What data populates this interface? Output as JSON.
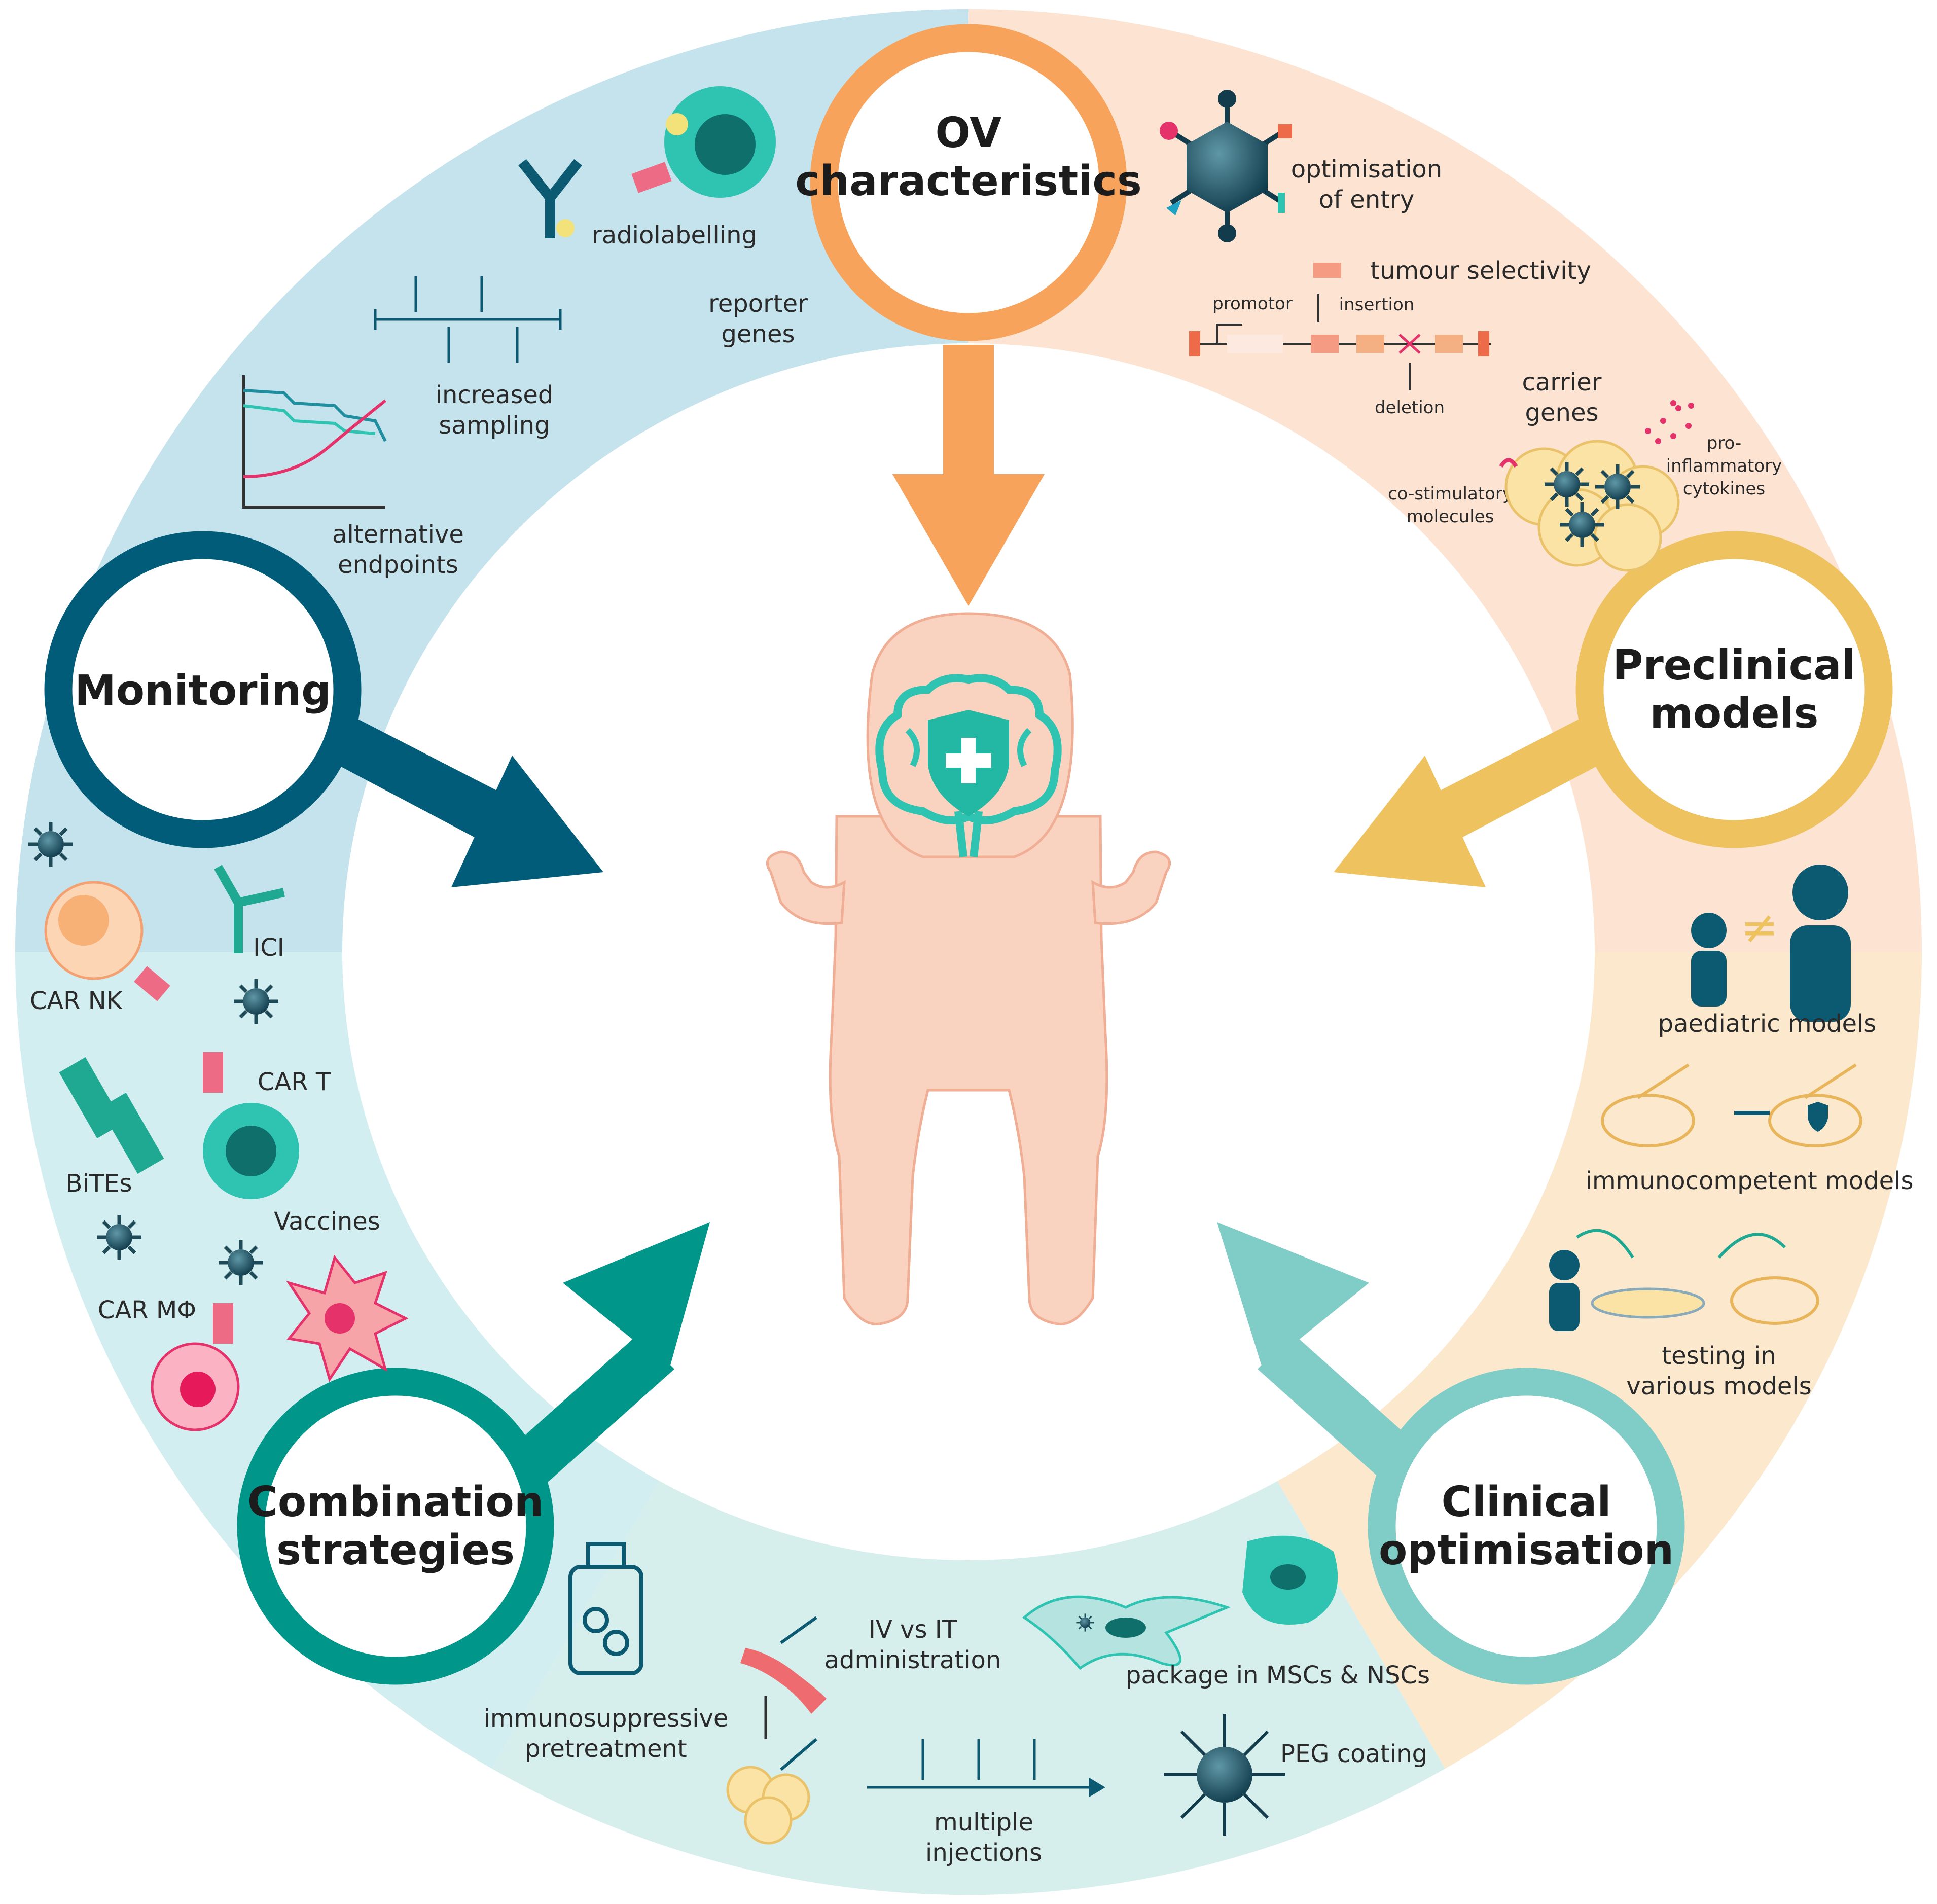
{
  "colors": {
    "monitoring": "#005c78",
    "ov": "#f7a35c",
    "preclinical": "#efc260",
    "clinical": "#7fcdc6",
    "combination": "#009689",
    "bg_blue": "#c5e3ec",
    "bg_peach": "#fde3d2",
    "bg_mint": "#d6efec",
    "bg_cream": "#fbe8cd",
    "child": "#f9d2c0",
    "pink": "#ee6b86",
    "teal_icon": "#2fc4b2"
  },
  "hubs": {
    "ov": {
      "line1": "OV",
      "line2": "characteristics"
    },
    "monitoring": {
      "line1": "Monitoring"
    },
    "preclinical": {
      "line1": "Preclinical",
      "line2": "models"
    },
    "clinical": {
      "line1": "Clinical",
      "line2": "optimisation"
    },
    "combination": {
      "line1": "Combination",
      "line2": "strategies"
    }
  },
  "labels": {
    "optimisation_entry": [
      "optimisation",
      "of entry"
    ],
    "tumour_selectivity": "tumour selectivity",
    "promotor": "promotor",
    "insertion": "insertion",
    "deletion": "deletion",
    "carrier_genes": [
      "carrier",
      "genes"
    ],
    "costim": [
      "co-stimulatory",
      "molecules"
    ],
    "cytokines": [
      "pro-",
      "inflammatory",
      "cytokines"
    ],
    "radiolabelling": "radiolabelling",
    "reporter_genes": [
      "reporter",
      "genes"
    ],
    "increased_sampling": [
      "increased",
      "sampling"
    ],
    "alternative_endpoints": [
      "alternative",
      "endpoints"
    ],
    "ici": "ICI",
    "car_nk": "CAR NK",
    "car_t": "CAR T",
    "bites": "BiTEs",
    "vaccines": "Vaccines",
    "car_m": "CAR MΦ",
    "paediatric_models": "paediatric models",
    "immunocompetent_models": "immunocompetent models",
    "testing_models": [
      "testing in",
      "various models"
    ],
    "package_msc": "package in MSCs & NSCs",
    "peg_coating": "PEG coating",
    "iv_vs_it": [
      "IV vs IT",
      "administration"
    ],
    "multiple_injections": [
      "multiple",
      "injections"
    ],
    "immunosuppressive": [
      "immunosuppressive",
      "pretreatment"
    ]
  }
}
